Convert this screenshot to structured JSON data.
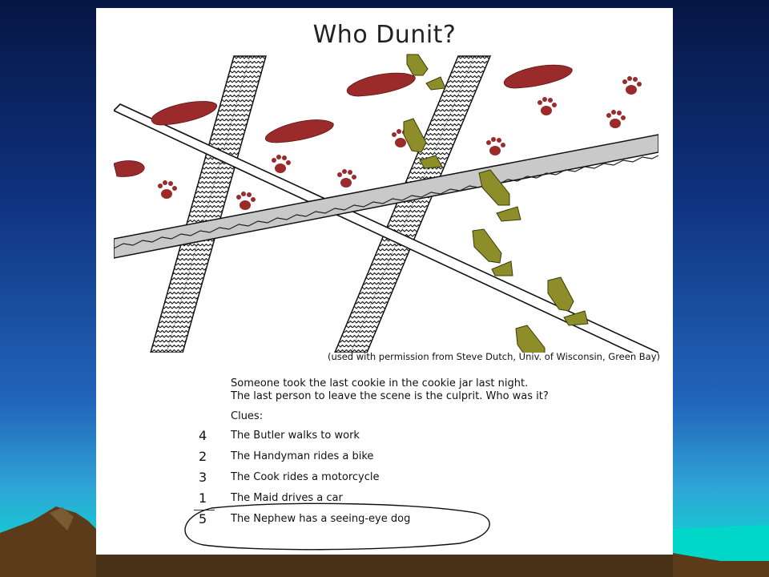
{
  "title": "Who Dunit?",
  "credit": "(used with permission from Steve Dutch, Univ. of Wisconsin, Green Bay)",
  "story": [
    "Someone took the last cookie in the cookie jar last night.",
    "The last person to leave the scene is the culprit.  Who was it?"
  ],
  "clues_heading": "Clues:",
  "clues": [
    {
      "number": "4",
      "text": "The Butler walks to work"
    },
    {
      "number": "2",
      "text": "The Handyman rides a bike"
    },
    {
      "number": "3",
      "text": "The Cook rides a motorcycle"
    },
    {
      "number": "1",
      "text": "The Maid drives a car"
    },
    {
      "number": "5",
      "text": "The Nephew has a seeing-eye dog"
    }
  ],
  "colors": {
    "background_top": "#0a1f55",
    "background_mid": "#1e4fa8",
    "background_bottom": "#00e0d0",
    "footprint_red": "#9b2a2a",
    "shoeprint_olive": "#8d8d2a",
    "paper": "#ffffff"
  },
  "answer_circled": "The Nephew has a seeing-eye dog"
}
